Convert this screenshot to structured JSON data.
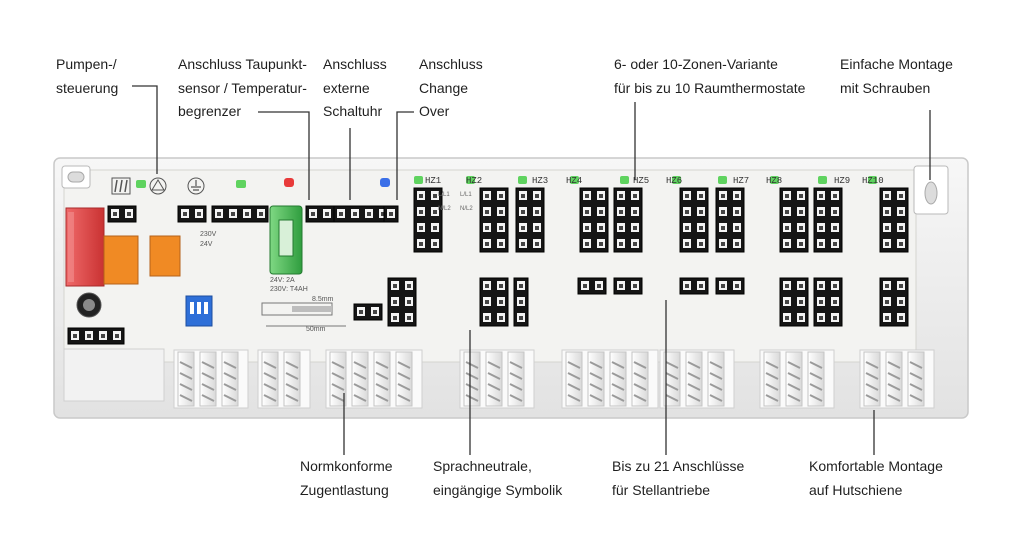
{
  "callouts": {
    "pump": [
      "Pumpen-/",
      "steuerung"
    ],
    "dew": [
      "Anschluss Taupunkt-",
      "sensor / Temperatur-",
      "begrenzer"
    ],
    "timer": [
      "Anschluss",
      "externe",
      "Schaltuhr"
    ],
    "changeover": [
      "Anschluss",
      "Change",
      "Over"
    ],
    "zones": [
      "6- oder 10-Zonen-Variante",
      "für bis zu 10 Raumthermostate"
    ],
    "mount": [
      "Einfache Montage",
      "mit Schrauben"
    ],
    "strain": [
      "Normkonforme",
      "Zugentlastung"
    ],
    "symbols": [
      "Sprachneutrale,",
      "eingängige Symbolik"
    ],
    "actuators": [
      "Bis zu 21 Anschlüsse",
      "für Stellantriebe"
    ],
    "rail": [
      "Komfortable Montage",
      "auf Hutschiene"
    ]
  },
  "board": {
    "zone_labels": [
      "HZ1",
      "HZ2",
      "HZ3",
      "HZ4",
      "HZ5",
      "HZ6",
      "HZ7",
      "HZ8",
      "HZ9",
      "HZ10"
    ],
    "terminal_marks": [
      "L/L1",
      "L/L1",
      "N/L2",
      "N/L2"
    ],
    "power_text": [
      "230V",
      "24V"
    ],
    "fuse_text": [
      "24V: 2A",
      "230V: T4AH"
    ],
    "dim_text": [
      "8.5mm",
      "50mm"
    ],
    "colors": {
      "housing": "#eeeeee",
      "board": "#f3f3f1",
      "terminal_black": "#151515",
      "relay_red": "#e24848",
      "relay_orange": "#f08a24",
      "fuse_green": "#4bbf5a",
      "led_green": "#5fd35f",
      "led_red": "#e83a3a",
      "led_blue": "#3a6fe8",
      "dip_blue": "#2e6fd8"
    }
  }
}
